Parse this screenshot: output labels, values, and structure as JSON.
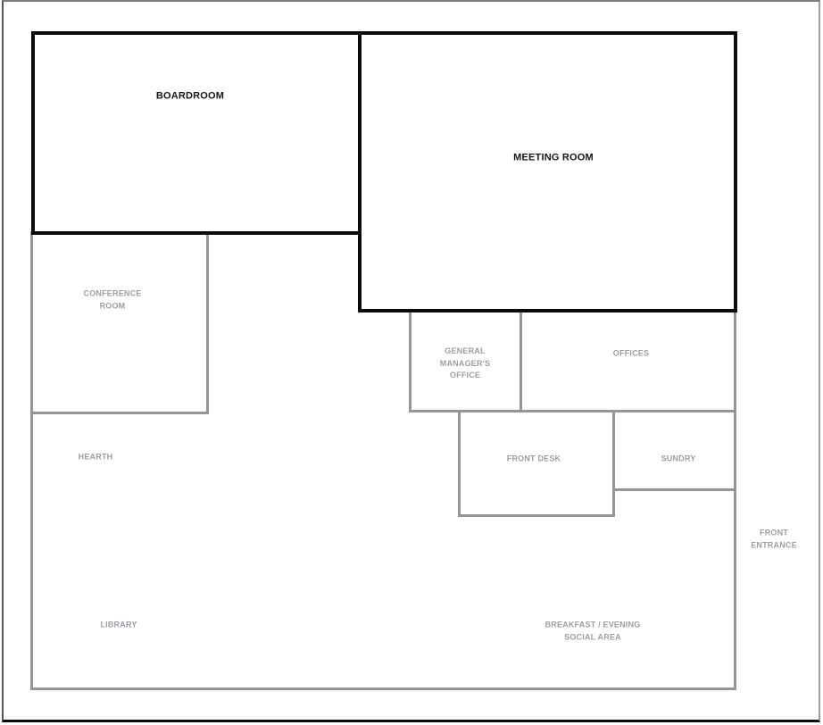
{
  "figure": {
    "kind": "floor-plan-diagram"
  },
  "colors": {
    "background": "#ffffff",
    "wall_primary": "#0c0c0c",
    "wall_secondary": "#939597",
    "label_primary": "#151515",
    "label_secondary": "#9b9ea3",
    "frame_top": "#7b7b7b",
    "frame_bottom": "#0a0a0a"
  },
  "rooms": {
    "boardroom": {
      "label": "BOARDROOM"
    },
    "meeting_room": {
      "label": "MEETING ROOM"
    },
    "conference_room": {
      "label": "CONFERENCE\nROOM"
    },
    "general_managers_office": {
      "label": "GENERAL\nMANAGER'S\nOFFICE"
    },
    "offices": {
      "label": "OFFICES"
    },
    "front_desk": {
      "label": "FRONT DESK"
    },
    "sundry": {
      "label": "SUNDRY"
    },
    "hearth": {
      "label": "HEARTH"
    },
    "library": {
      "label": "LIBRARY"
    },
    "breakfast_social_area": {
      "label": "BREAKFAST / EVENING\nSOCIAL AREA"
    },
    "front_entrance": {
      "label": "FRONT\nENTRANCE"
    }
  }
}
